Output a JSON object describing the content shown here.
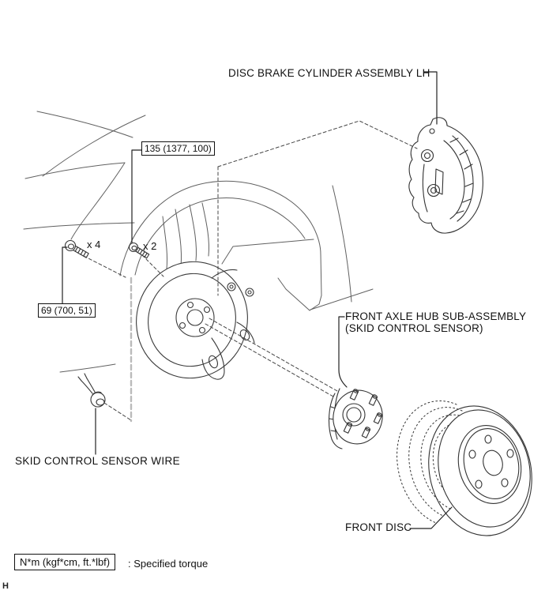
{
  "page": {
    "footer_mark": "H"
  },
  "diagram": {
    "labels": {
      "caliper": "DISC BRAKE CYLINDER ASSEMBLY LH",
      "hub_line1": "FRONT AXLE HUB SUB-ASSEMBLY",
      "hub_line2": "(SKID CONTROL SENSOR)",
      "sensor_wire": "SKID CONTROL SENSOR WIRE",
      "front_disc": "FRONT DISC"
    },
    "torque_specs": {
      "caliper_mount": {
        "value": "135 (1377, 100)",
        "quantity": "x 2"
      },
      "hub_bolts": {
        "value": "69 (700, 51)",
        "quantity": "x 4"
      }
    },
    "legend": {
      "units": "N*m (kgf*cm, ft.*lbf)",
      "note": ": Specified torque"
    },
    "line_colors": {
      "parts": "#333333",
      "car_body": "#606060",
      "gray_dash": "#bbbbbb"
    }
  }
}
